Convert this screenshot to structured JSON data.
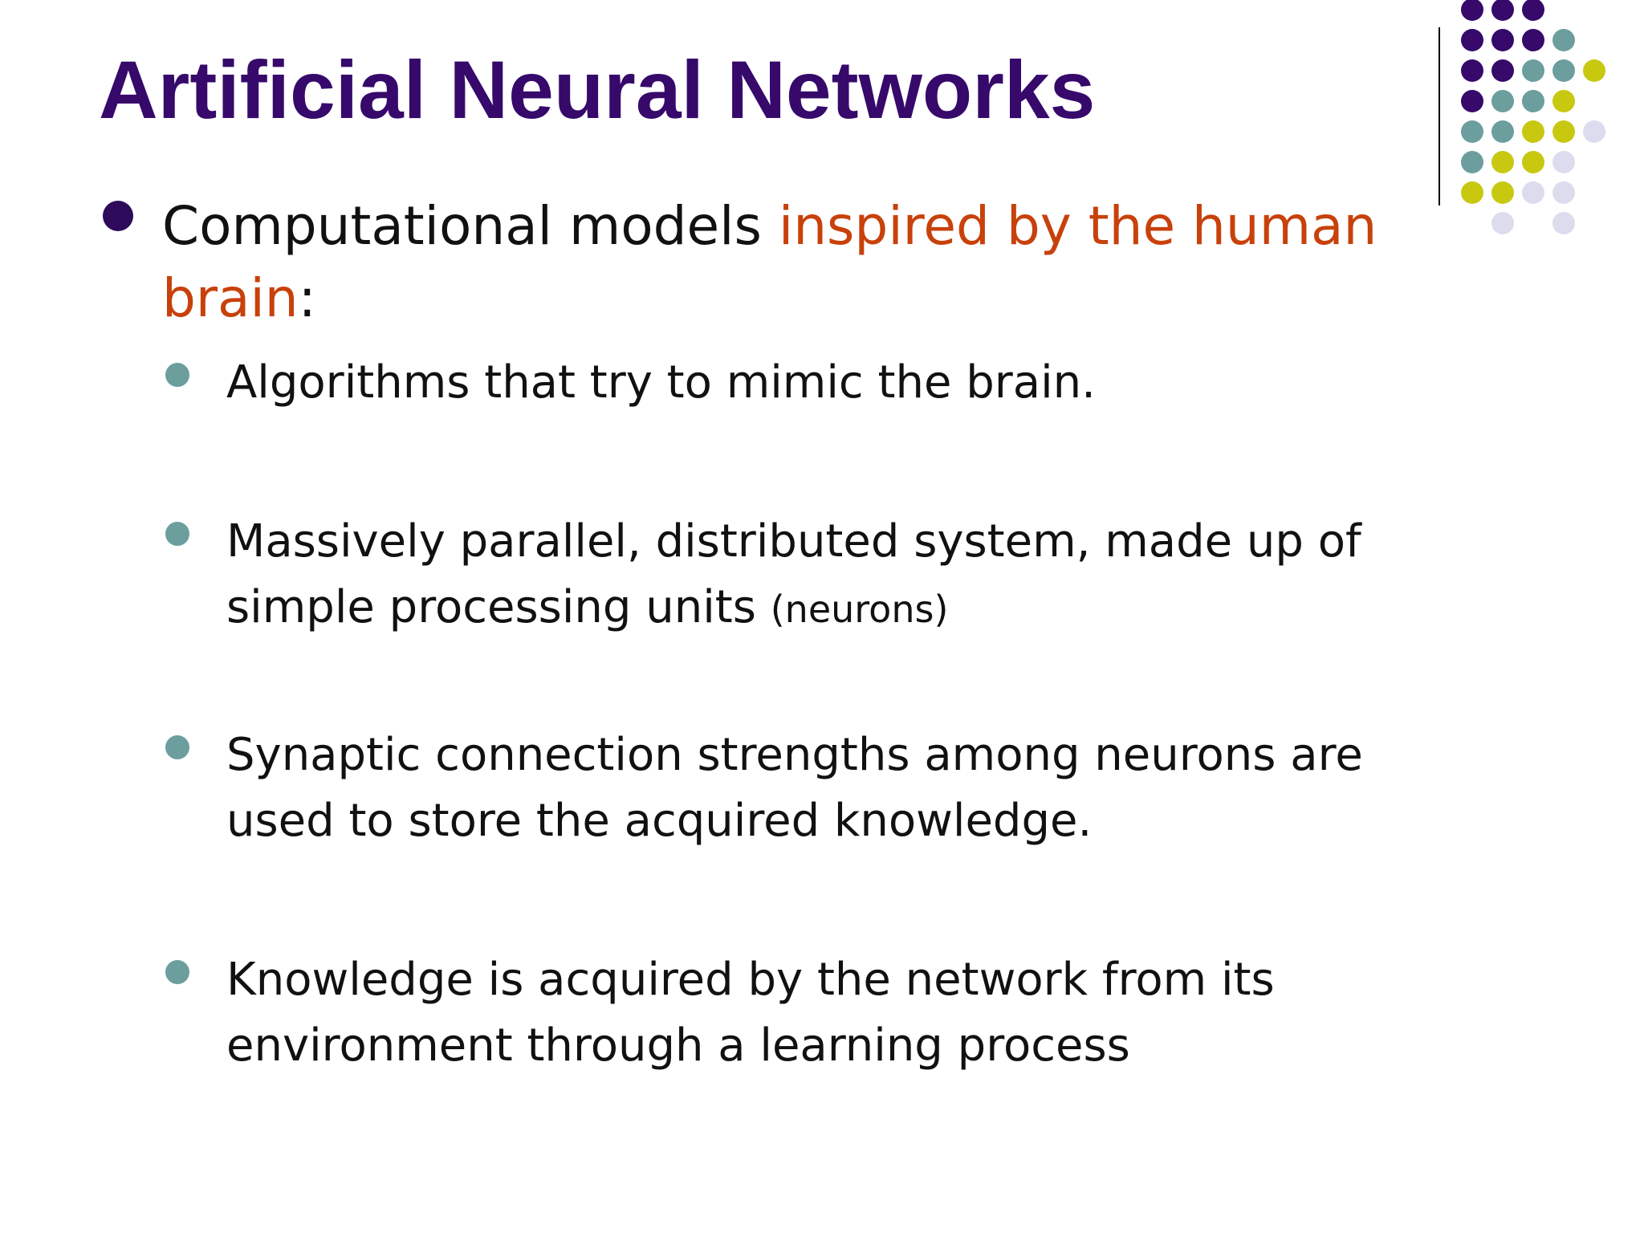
{
  "slide": {
    "title": "Artificial Neural Networks",
    "main_bullet": {
      "text_before": "Computational models ",
      "highlight": "inspired by the human brain",
      "text_after": ":"
    },
    "sub_bullets": [
      {
        "text": "Algorithms that try to mimic the brain.",
        "small": ""
      },
      {
        "text": "Massively parallel, distributed system, made up of simple processing units ",
        "small": "(neurons)"
      },
      {
        "text": "Synaptic connection strengths among neurons are used to store the acquired knowledge.",
        "small": ""
      },
      {
        "text": "Knowledge is acquired by the network from its environment through a learning process",
        "small": ""
      }
    ]
  },
  "colors": {
    "title": "#36096b",
    "highlight": "#c8410b",
    "main_bullet": "#2d0a5a",
    "sub_bullet": "#6c9e9e",
    "divider": "#000000",
    "dot_purple": "#36096b",
    "dot_teal": "#6c9e9e",
    "dot_yellow": "#c8c811",
    "dot_lavender": "#dcdcee"
  }
}
